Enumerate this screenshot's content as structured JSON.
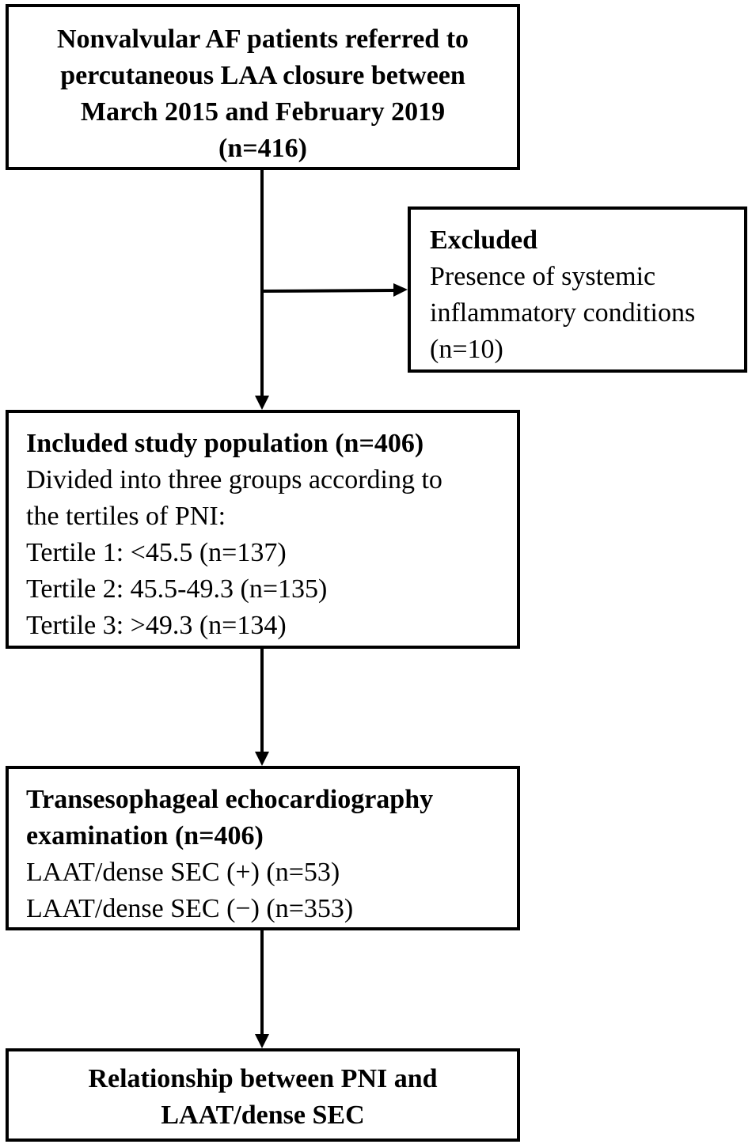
{
  "flowchart": {
    "source": {
      "lines": [
        "Nonvalvular AF patients  referred to",
        "percutaneous LAA closure between",
        "March 2015 and February 2019",
        "(n=416)"
      ]
    },
    "excluded": {
      "title": "Excluded",
      "lines": [
        "Presence of systemic",
        "inflammatory conditions",
        "(n=10)"
      ]
    },
    "included": {
      "title": "Included study population (n=406)",
      "lines": [
        "Divided into three groups according to",
        "the tertiles of PNI:",
        "Tertile 1: <45.5 (n=137)",
        "Tertile 2: 45.5-49.3 (n=135)",
        "Tertile 3: >49.3 (n=134)"
      ]
    },
    "tee": {
      "title_lines": [
        "Transesophageal echocardiography",
        "examination (n=406)"
      ],
      "lines": [
        "LAAT/dense SEC (+)  (n=53)",
        "LAAT/dense SEC (−)  (n=353)"
      ]
    },
    "outcome": {
      "lines": [
        "Relationship between PNI and",
        "LAAT/dense SEC"
      ]
    },
    "colors": {
      "line": "#000000",
      "background": "#ffffff"
    }
  }
}
